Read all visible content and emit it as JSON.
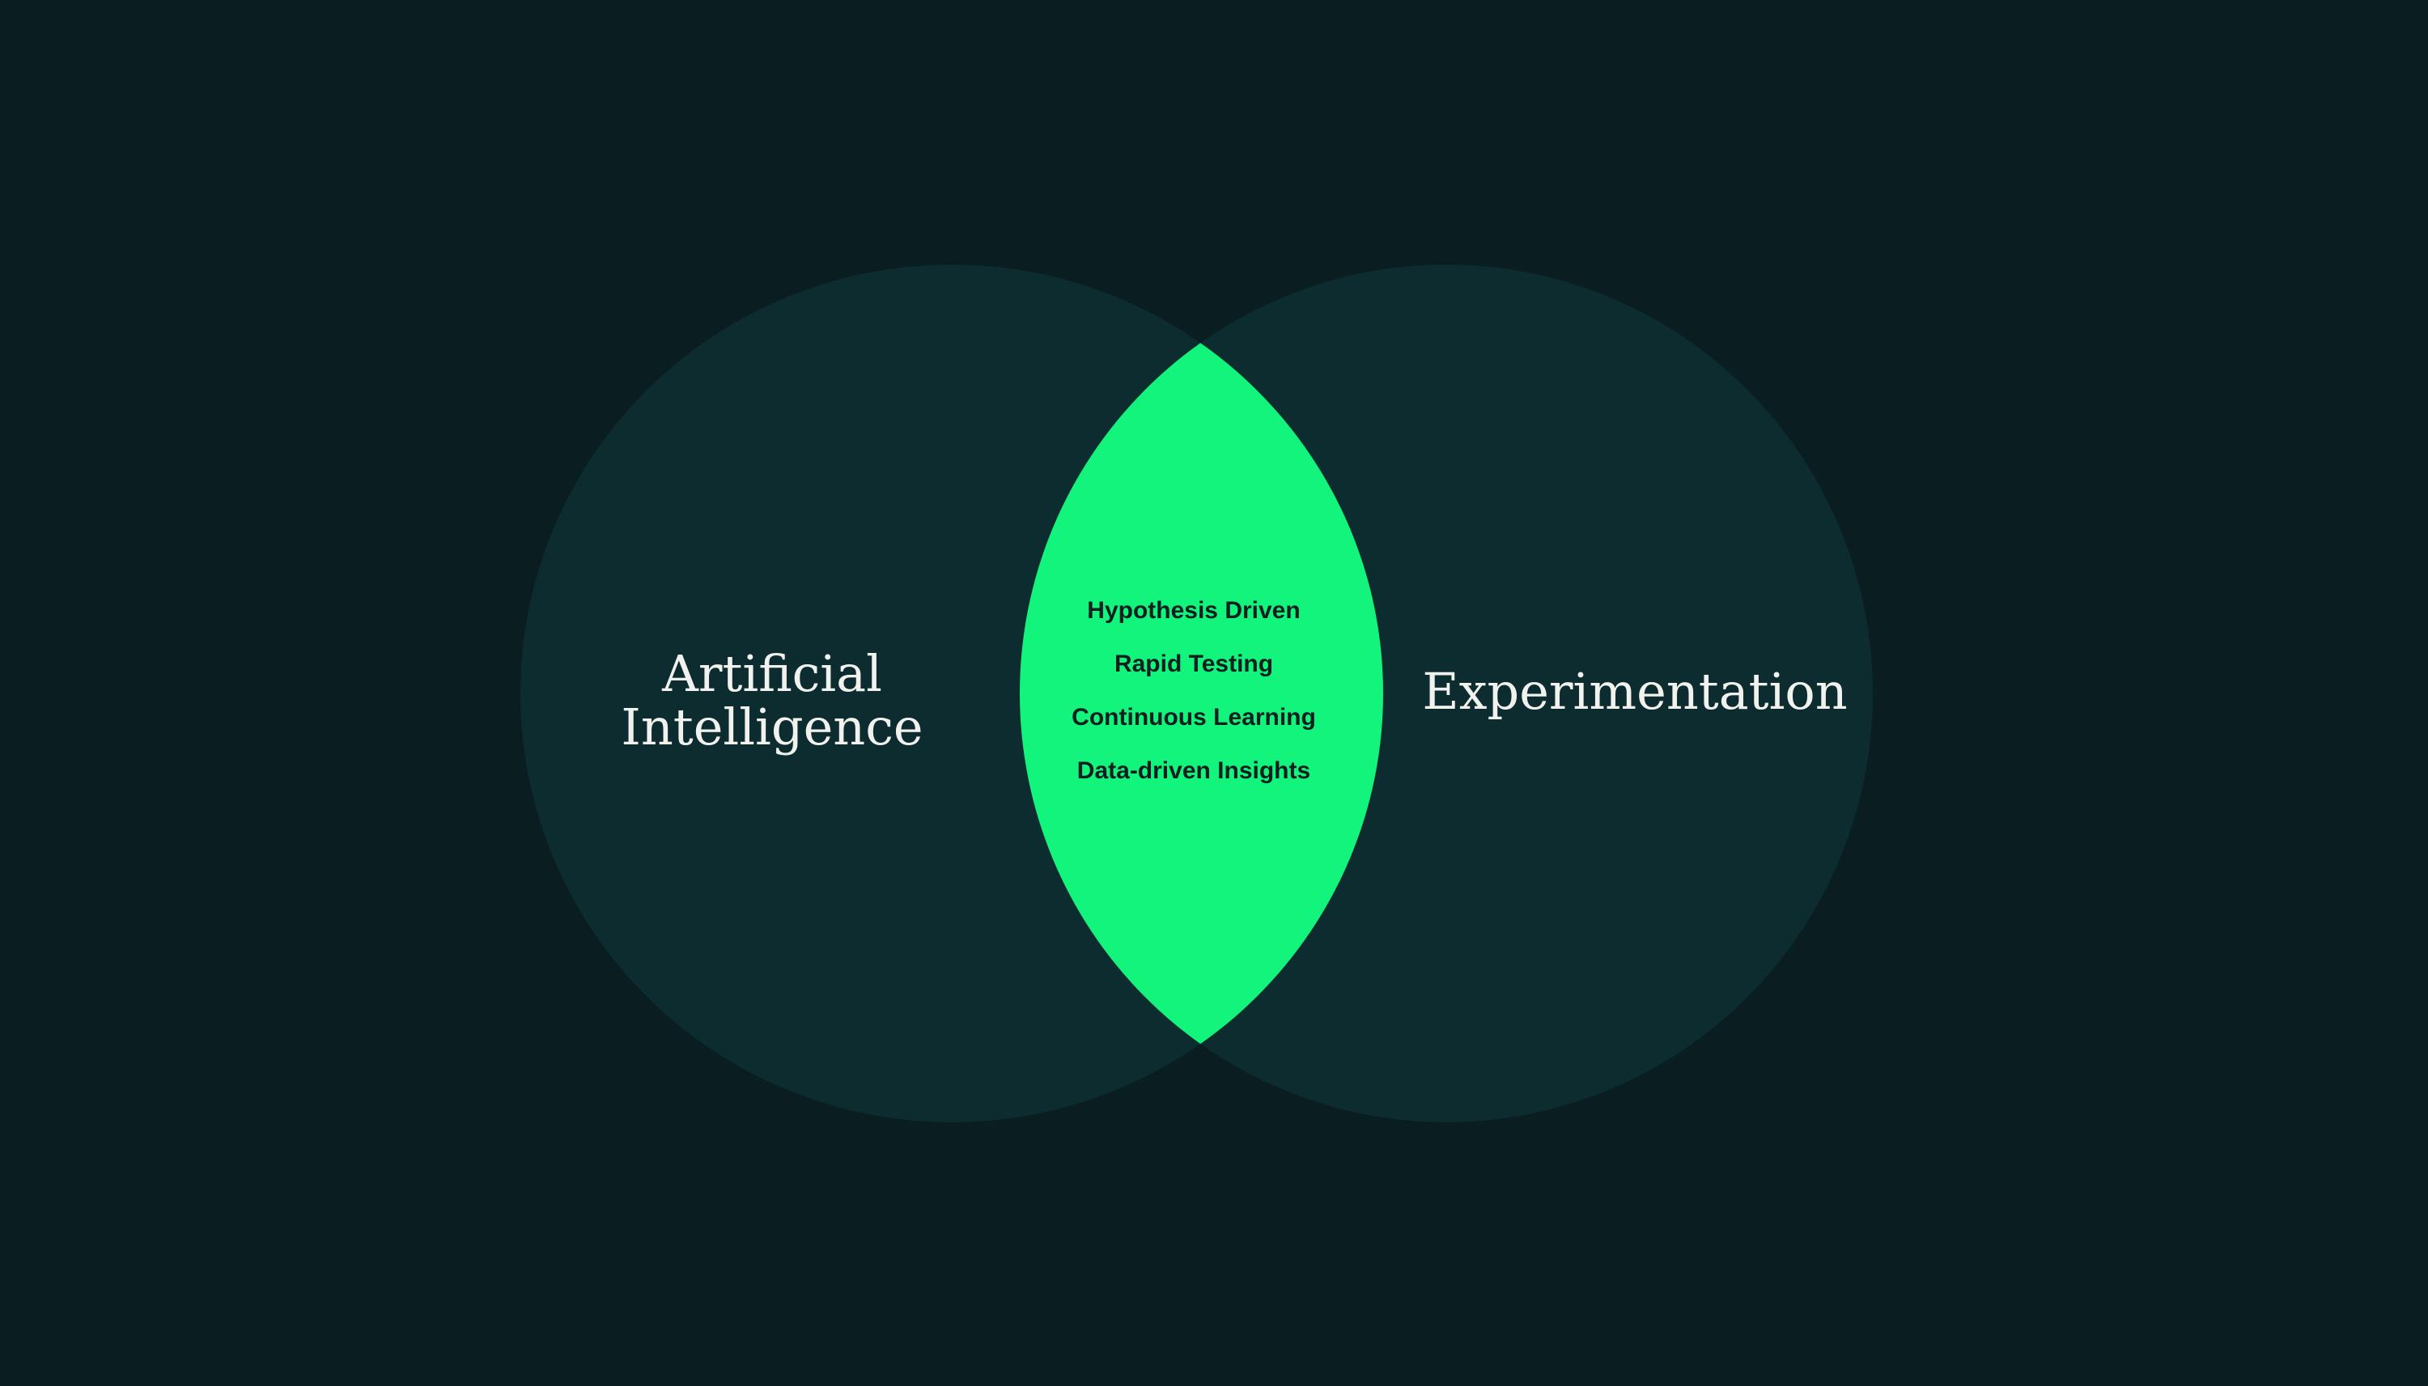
{
  "colors": {
    "background": "#0a1d20",
    "set_fill": "#0c2c2f",
    "overlap_fill": "#12f47b",
    "set_label_text": "#f1f2ee",
    "overlap_text": "#0b1f21"
  },
  "diagram": {
    "type": "venn",
    "sets": [
      {
        "id": "left",
        "label_lines": [
          "Artificial",
          "Intelligence"
        ]
      },
      {
        "id": "right",
        "label_lines": [
          "Experimentation"
        ]
      }
    ],
    "overlap": {
      "items": [
        "Hypothesis Driven",
        "Rapid Testing",
        "Continuous Learning",
        "Data-driven Insights"
      ]
    }
  }
}
